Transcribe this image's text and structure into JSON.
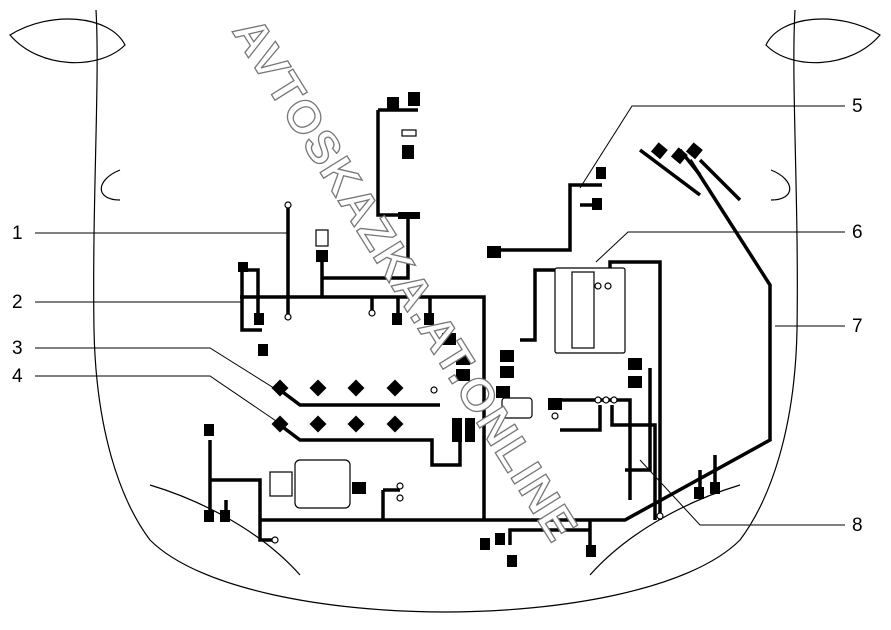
{
  "diagram": {
    "callouts": [
      "1",
      "2",
      "3",
      "4",
      "5",
      "6",
      "7",
      "8"
    ],
    "watermark": "AVTOSKAZKA.AT.ONLINE"
  },
  "colors": {
    "line": "#000000",
    "background": "#ffffff",
    "watermark_outline": "#777777"
  }
}
